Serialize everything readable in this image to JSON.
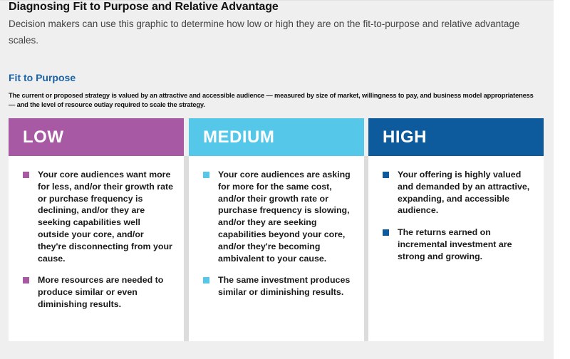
{
  "header": {
    "title": "Diagnosing Fit to Purpose and Relative Advantage",
    "subtitle": "Decision makers can use this graphic to determine how low or high they are on the fit-to-purpose and relative advantage scales."
  },
  "section": {
    "title": "Fit to Purpose",
    "description": "The current or proposed strategy is valued by an attractive and accessible audience — measured by size of market, willingness to pay, and business model appropriateness — and the level of resource outlay required to scale the strategy."
  },
  "colors": {
    "low": "#a75aa3",
    "medium": "#55c8ea",
    "high": "#0d5a9c",
    "section_title": "#1b63a6",
    "background": "#efefef"
  },
  "columns": [
    {
      "label": "LOW",
      "bullet_icon": "square-bullet-icon",
      "items": [
        "Your core audiences want more for less, and/or their growth rate or purchase frequency is declining, and/or they are seeking capabilities well outside your core, and/or they're disconnecting from your cause.",
        "More resources are needed to produce similar or even diminishing results."
      ]
    },
    {
      "label": "MEDIUM",
      "bullet_icon": "square-bullet-icon",
      "items": [
        "Your core audiences are asking for more for the same cost, and/or their growth rate or purchase frequency is slowing, and/or they are seeking capabilities beyond your core, and/or they're becoming ambivalent to your cause.",
        "The same investment produces similar or diminishing results."
      ]
    },
    {
      "label": "HIGH",
      "bullet_icon": "square-bullet-icon",
      "items": [
        "Your offering is highly valued and demanded by an attractive, expanding, and accessible audience.",
        "The returns earned on incremental investment are strong and growing."
      ]
    }
  ]
}
